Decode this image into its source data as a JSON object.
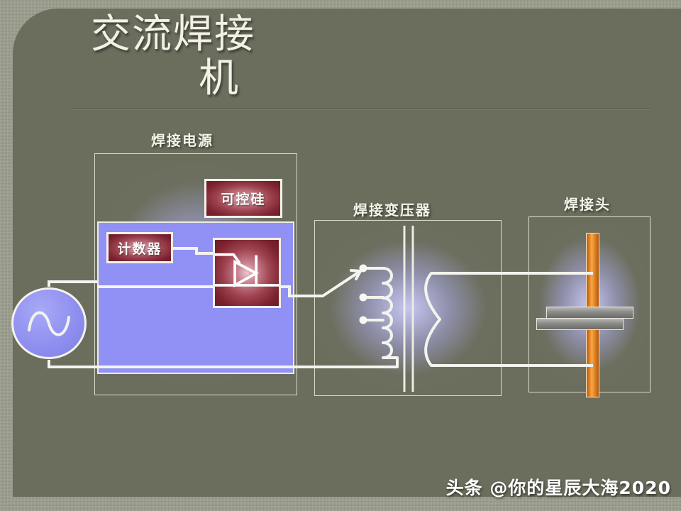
{
  "slide": {
    "title_line1": "交流焊接",
    "title_line2": "机",
    "background_color": "#9a9d8c",
    "panel_color": "#6b6d5d",
    "title_color": "#f2f1e6"
  },
  "sections": {
    "power_source": {
      "caption": "焊接电源",
      "blocks": {
        "thyristor": {
          "label": "可控硅"
        },
        "counter": {
          "label": "计数器"
        },
        "scr_symbol": {
          "name": "thyristor-symbol"
        }
      },
      "accent_color": "#9191f5",
      "block_color": "#8e3243"
    },
    "transformer": {
      "caption": "焊接变压器",
      "taps": 3
    },
    "weld_head": {
      "caption": "焊接头",
      "electrode_color": "#e07f1e",
      "plate_color": "#8e8e8a"
    },
    "source": {
      "name": "ac-source",
      "symbol": "sine-wave"
    }
  },
  "watermark": {
    "brand": "头条",
    "handle": "@你的星辰大海2020"
  }
}
